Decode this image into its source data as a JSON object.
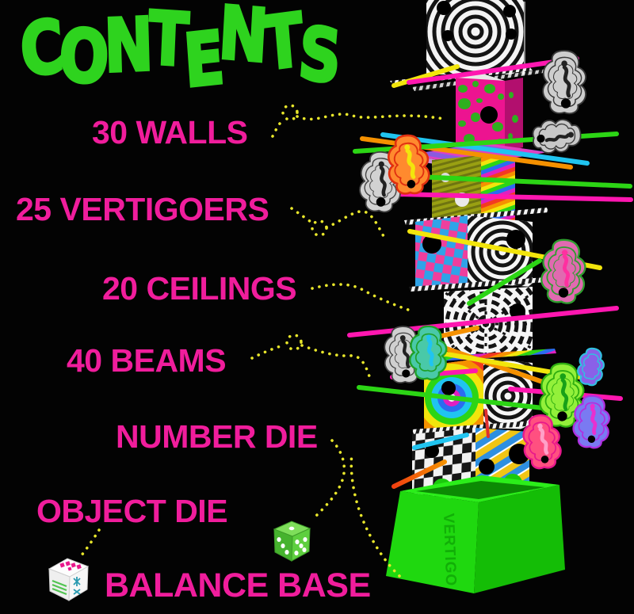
{
  "title": {
    "text": "CONTENTS",
    "color": "#2ed31e"
  },
  "list": {
    "text_color": "#f01d9c",
    "connector_color": "#e8e62b",
    "connector_style": "dotted-squiggle",
    "items": [
      {
        "label": "30 WALLS"
      },
      {
        "label": "25 VERTIGOERS"
      },
      {
        "label": "20 CEILINGS"
      },
      {
        "label": "40 BEAMS"
      },
      {
        "label": "NUMBER DIE"
      },
      {
        "label": "OBJECT DIE"
      },
      {
        "label": "BALANCE BASE"
      }
    ]
  },
  "illustration": {
    "beam_colors": [
      "#f2e50c",
      "#ff17b0",
      "#20c4f0",
      "#f59100",
      "#2cd515",
      "#e03030",
      "#f04010"
    ],
    "number_die": {
      "color": "#4db82e",
      "pip_color": "#ffffff",
      "visible_faces": [
        1,
        3,
        5
      ]
    },
    "object_die": {
      "color": "#ffffff",
      "symbol_colors": [
        "#e8188c",
        "#52c452",
        "#2a9ab0"
      ]
    },
    "base": {
      "color": "#1fd80f",
      "embossed_text": "VERTIGO"
    }
  },
  "background_color": "#000000"
}
